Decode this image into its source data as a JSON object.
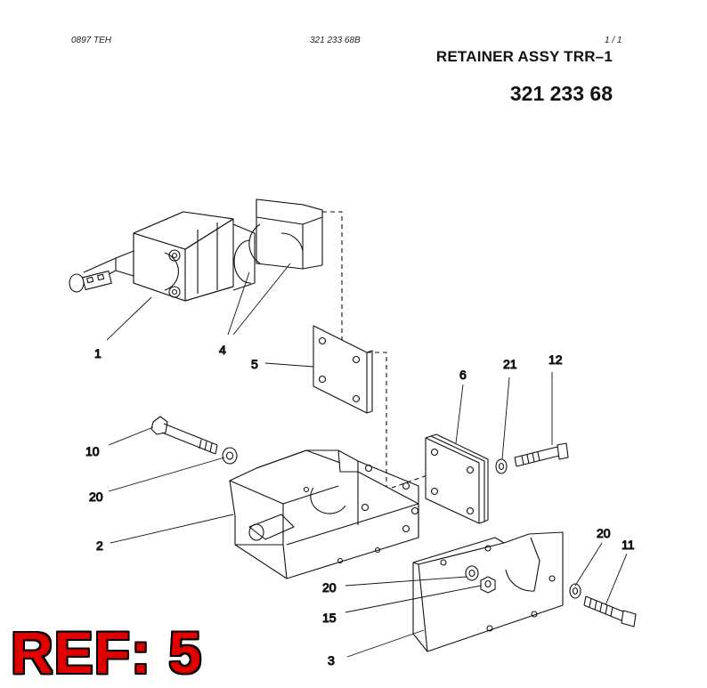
{
  "header": {
    "doc_code": "0897 TEH",
    "part_ref": "321 233 68B",
    "page": "1 / 1",
    "title": "RETAINER ASSY TRR–1",
    "part_number": "321 233 68"
  },
  "callouts": {
    "c1": "1",
    "c4": "4",
    "c5": "5",
    "c6": "6",
    "c21": "21",
    "c12": "12",
    "c10": "10",
    "c20a": "20",
    "c2": "2",
    "c20b": "20",
    "c11": "11",
    "c20c": "20",
    "c15": "15",
    "c3": "3"
  },
  "ref_label": "REF: 5",
  "colors": {
    "line": "#111111",
    "ref": "#e00000"
  }
}
